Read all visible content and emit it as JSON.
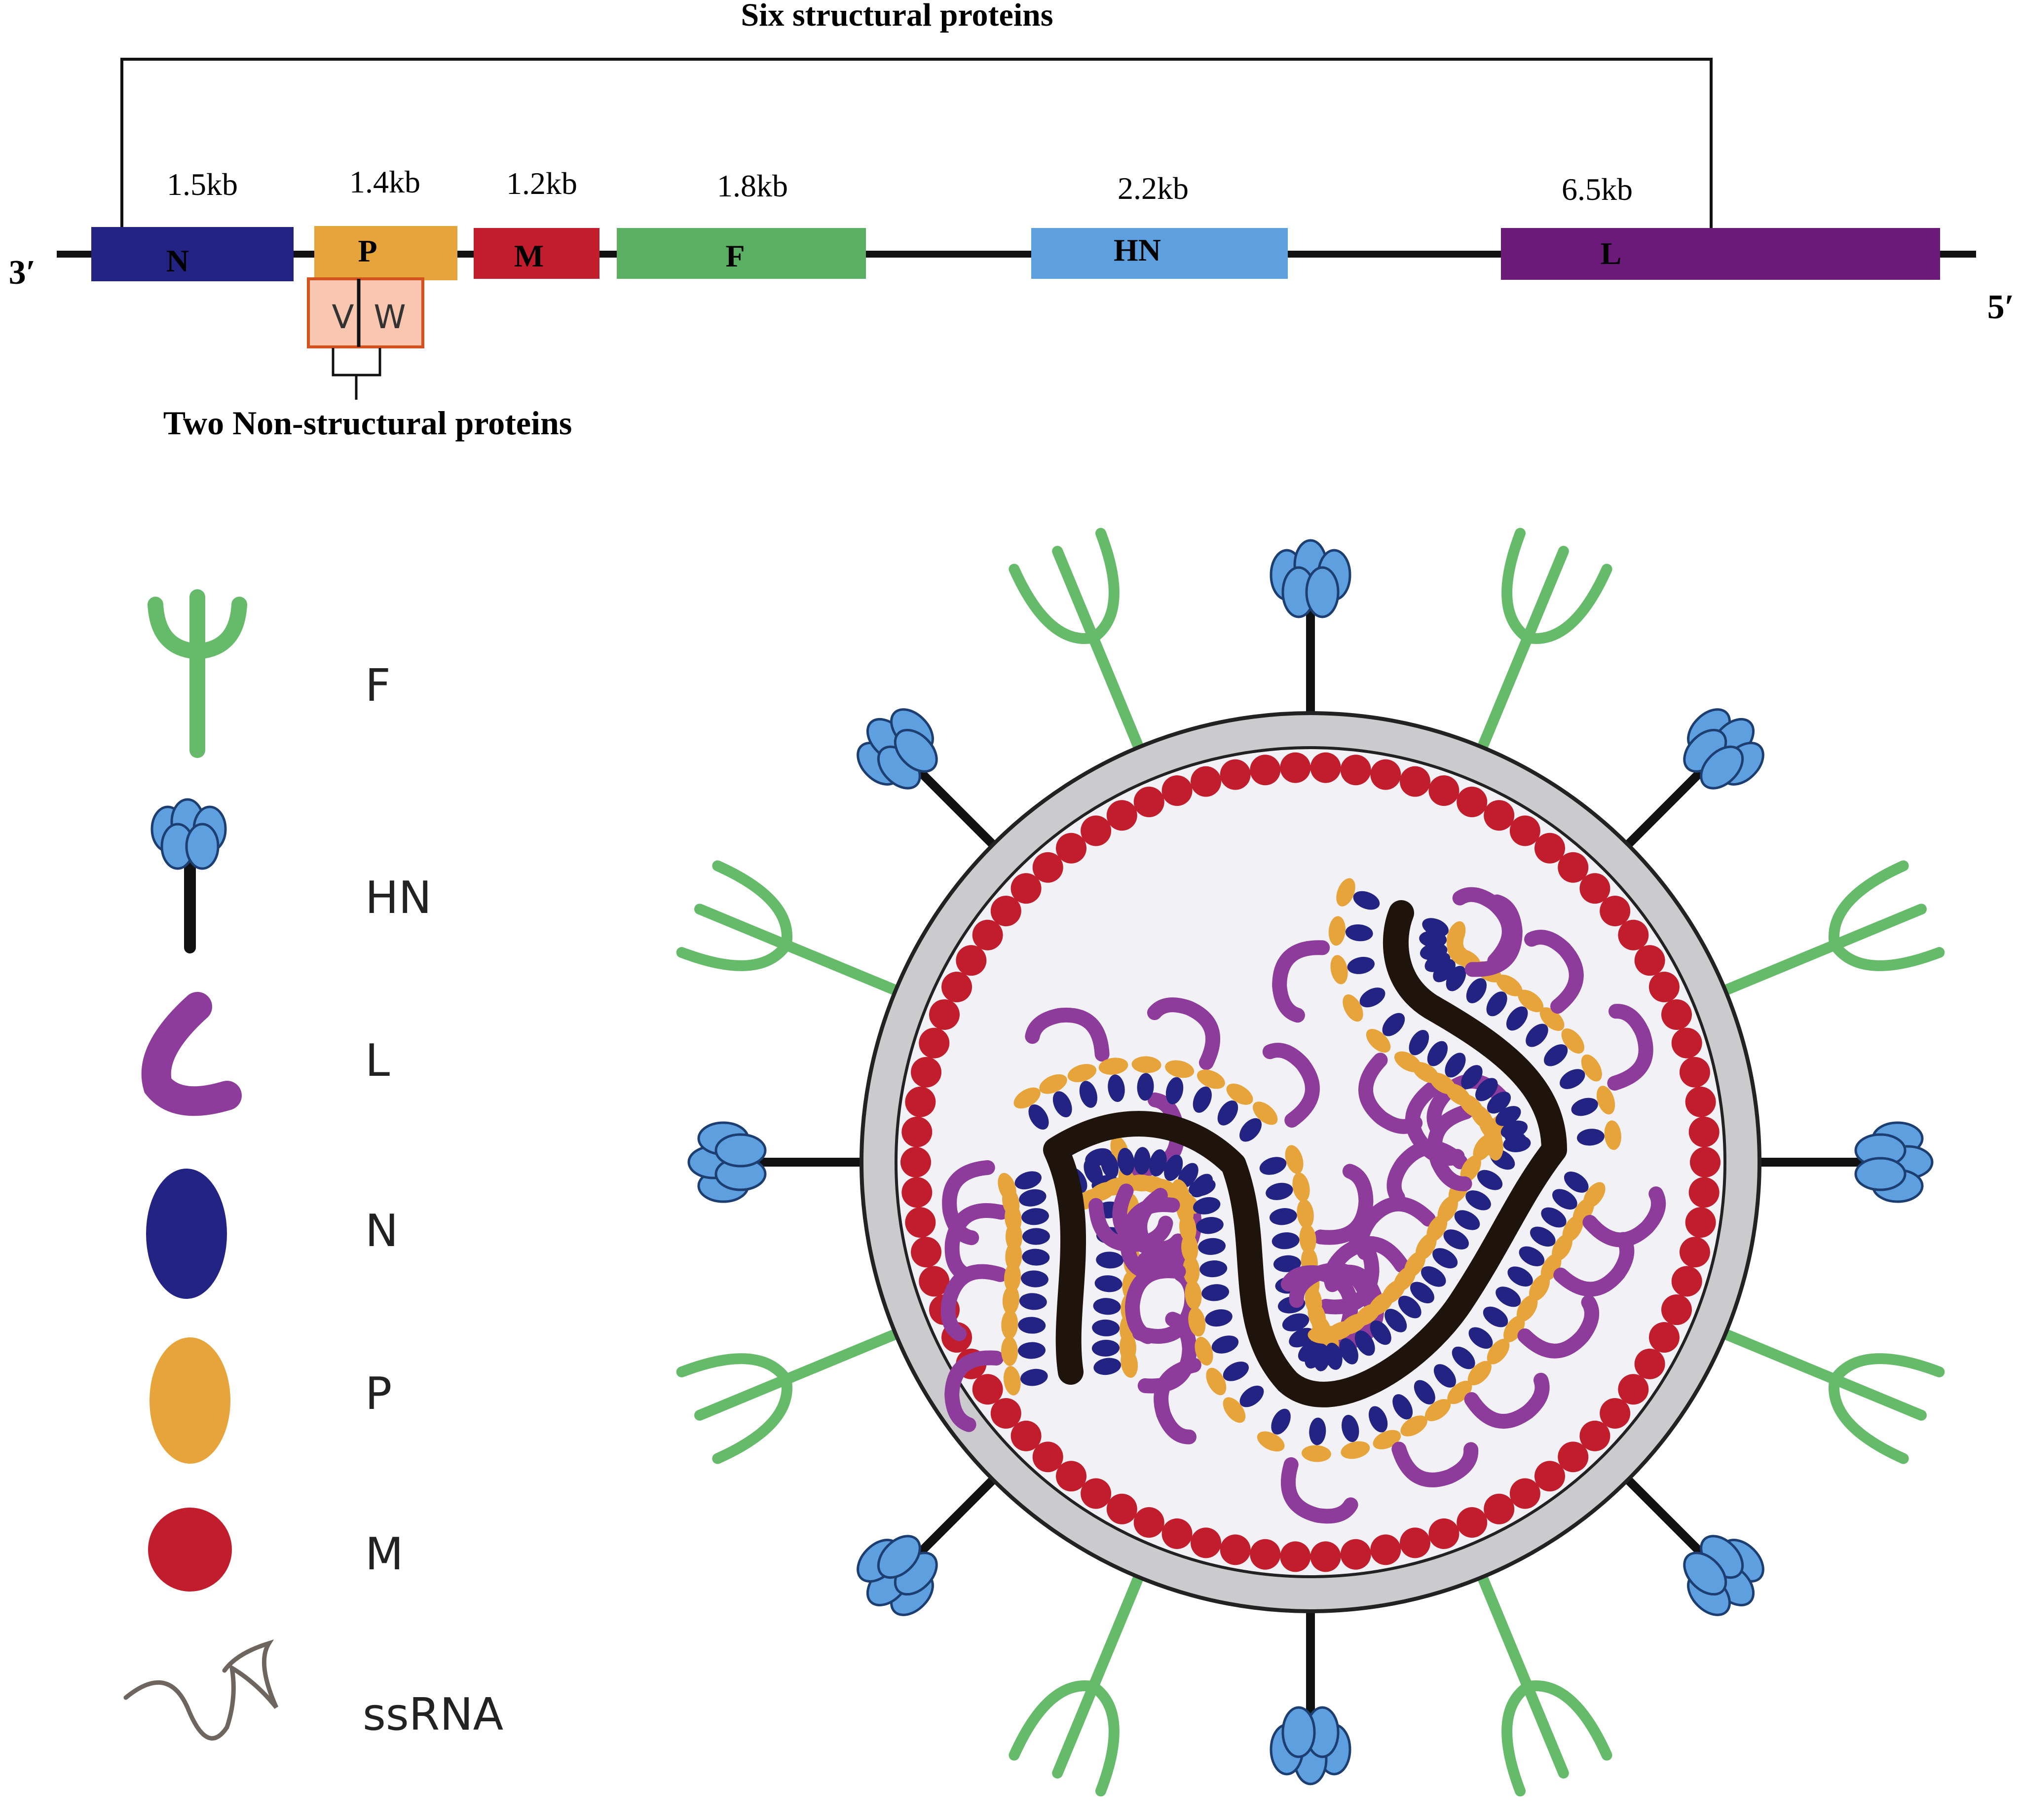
{
  "genome": {
    "structural_label": "Six structural proteins",
    "nonstructural_label": "Two Non-structural proteins",
    "end_3": "3′",
    "end_5": "5′",
    "genes": [
      {
        "name": "N",
        "size": "1.5kb",
        "color": "#232383"
      },
      {
        "name": "P",
        "size": "1.4kb",
        "color": "#e7a43a"
      },
      {
        "name": "M",
        "size": "1.2kb",
        "color": "#c21d2c"
      },
      {
        "name": "F",
        "size": "1.8kb",
        "color": "#5aaf62"
      },
      {
        "name": "HN",
        "size": "2.2kb",
        "color": "#5e9fe0"
      },
      {
        "name": "L",
        "size": "6.5kb",
        "color": "#6b1a7a"
      }
    ],
    "nonstructural": [
      "V",
      "W"
    ]
  },
  "legend": [
    {
      "label": "F",
      "icon": "fork-glycoprotein-icon"
    },
    {
      "label": "HN",
      "icon": "hn-spike-icon"
    },
    {
      "label": "L",
      "icon": "l-protein-icon"
    },
    {
      "label": "N",
      "icon": "n-protein-icon"
    },
    {
      "label": "P",
      "icon": "p-protein-icon"
    },
    {
      "label": "M",
      "icon": "m-protein-icon"
    },
    {
      "label": "ssRNA",
      "icon": "ssrna-icon"
    }
  ]
}
